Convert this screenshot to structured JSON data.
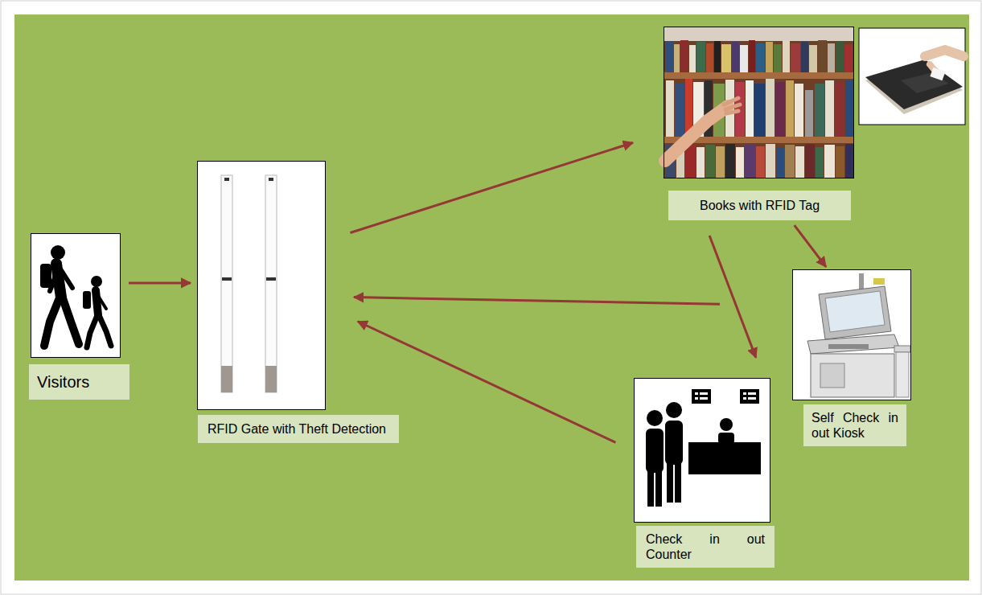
{
  "diagram": {
    "nodes": [
      {
        "text": [
          "Visitors"
        ]
      },
      {
        "text": [
          "RFID Gate with Theft Detection"
        ]
      },
      {
        "text": [
          "Books with RFID Tag"
        ]
      },
      {
        "text": [
          "Self Check in out Kiosk"
        ]
      },
      {
        "text": [
          "Check in out Counter"
        ]
      }
    ],
    "edges": [
      {
        "from": 0,
        "to": 1,
        "arrow": "to"
      },
      {
        "from": 1,
        "to": 2,
        "arrow": "to"
      },
      {
        "from": 2,
        "to": 3,
        "arrow": "to"
      },
      {
        "from": 2,
        "to": 4,
        "arrow": "to"
      },
      {
        "from": 3,
        "to": 1,
        "arrow": "to"
      },
      {
        "from": 4,
        "to": 1,
        "arrow": "to"
      }
    ]
  }
}
